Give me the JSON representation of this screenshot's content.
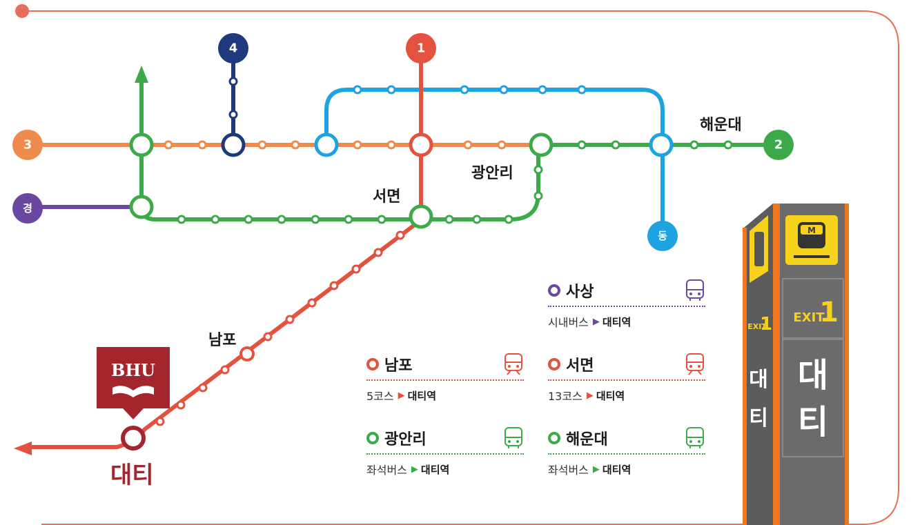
{
  "lines": {
    "line1": {
      "label": "1",
      "color": "#e4513f"
    },
    "line2": {
      "label": "2",
      "color": "#3daa4a"
    },
    "line3": {
      "label": "3",
      "color": "#ee8a4b"
    },
    "line4": {
      "label": "4",
      "color": "#1e3a7c"
    },
    "east": {
      "label": "동",
      "color": "#1da3e2"
    },
    "gyeong": {
      "label": "경",
      "color": "#6a47a0"
    }
  },
  "stations": {
    "seomyeon": "서면",
    "gwangalli": "광안리",
    "haeundae": "해운대",
    "nampo": "남포",
    "daeti": "대티"
  },
  "school_logo_text": "BHU",
  "routes": [
    {
      "name": "사상",
      "kind": "시내버스",
      "dest": "대티역",
      "color": "#6a47a0",
      "icon": "bus-icon"
    },
    {
      "name": "남포",
      "kind": "5코스",
      "dest": "대티역",
      "color": "#e4513f",
      "icon": "train-icon"
    },
    {
      "name": "서면",
      "kind": "13코스",
      "dest": "대티역",
      "color": "#e4513f",
      "icon": "train-icon"
    },
    {
      "name": "광안리",
      "kind": "좌석버스",
      "dest": "대티역",
      "color": "#3daa4a",
      "icon": "bus-icon"
    },
    {
      "name": "해운대",
      "kind": "좌석버스",
      "dest": "대티역",
      "color": "#3daa4a",
      "icon": "bus-icon"
    }
  ],
  "exit_sign": {
    "metro_letter": "M",
    "exit_word": "EXIT",
    "exit_number": "1",
    "station_char_1": "대",
    "station_char_2": "티"
  },
  "colors": {
    "frame": "#e8705a",
    "sign_body": "#666666",
    "sign_accent": "#f7d21d",
    "sign_edge": "#f0761c",
    "brand": "#a3262e"
  }
}
